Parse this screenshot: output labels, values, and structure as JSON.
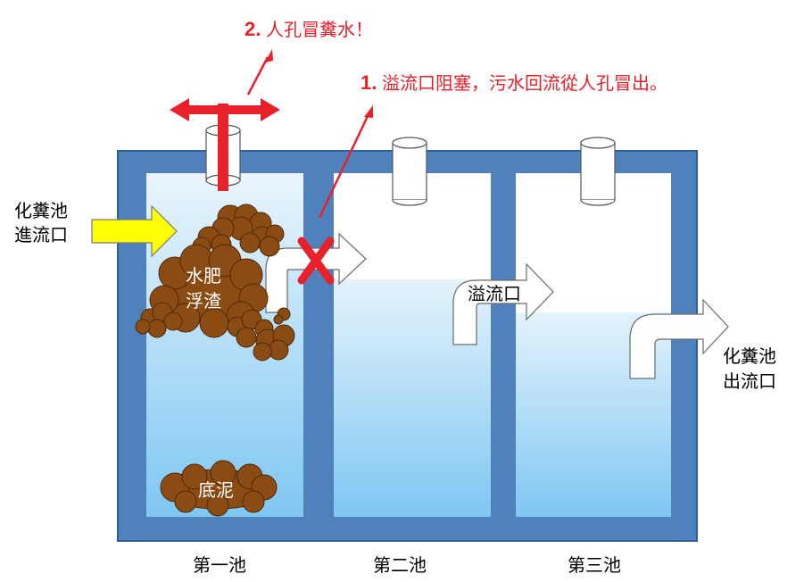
{
  "annotations": {
    "note1": {
      "number": "1.",
      "text": "溢流口阻塞，污水回流從人孔冒出。"
    },
    "note2": {
      "number": "2.",
      "text": "人孔冒糞水！"
    }
  },
  "inlet": {
    "line1": "化糞池",
    "line2": "進流口"
  },
  "outlet": {
    "line1": "化糞池",
    "line2": "出流口"
  },
  "overflow_label": "溢流口",
  "scum_label": {
    "line1": "水肥",
    "line2": "浮渣"
  },
  "sludge_label": "底泥",
  "chambers": [
    "第一池",
    "第二池",
    "第三池"
  ],
  "colors": {
    "tank_wall": "#4f81bd",
    "water_light": "#e6f3fc",
    "water_deep": "#80c8f2",
    "warning_red": "#e8202a",
    "sludge_brown": "#8b4c14",
    "inlet_arrow": "#ffff00"
  },
  "icons": {
    "blocked": "red-x-icon",
    "manhole": "manhole-cylinder",
    "arrow": "white-elbow-arrow"
  }
}
